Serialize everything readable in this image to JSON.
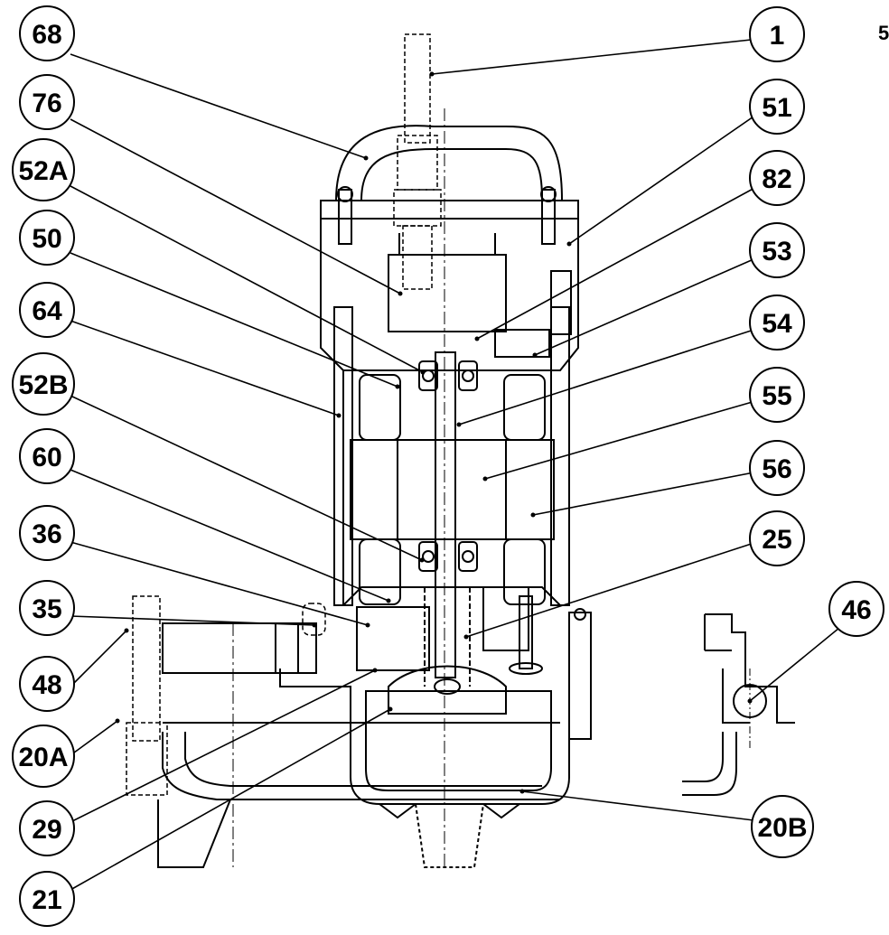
{
  "diagram": {
    "callouts": [
      {
        "id": "c-68",
        "label": "68"
      },
      {
        "id": "c-76",
        "label": "76"
      },
      {
        "id": "c-52a",
        "label": "52A"
      },
      {
        "id": "c-50",
        "label": "50"
      },
      {
        "id": "c-64",
        "label": "64"
      },
      {
        "id": "c-52b",
        "label": "52B"
      },
      {
        "id": "c-60",
        "label": "60"
      },
      {
        "id": "c-36",
        "label": "36"
      },
      {
        "id": "c-35",
        "label": "35"
      },
      {
        "id": "c-48",
        "label": "48"
      },
      {
        "id": "c-20a",
        "label": "20A"
      },
      {
        "id": "c-29",
        "label": "29"
      },
      {
        "id": "c-21",
        "label": "21"
      },
      {
        "id": "c-1",
        "label": "1"
      },
      {
        "id": "c-51",
        "label": "51"
      },
      {
        "id": "c-82",
        "label": "82"
      },
      {
        "id": "c-53",
        "label": "53"
      },
      {
        "id": "c-54",
        "label": "54"
      },
      {
        "id": "c-55",
        "label": "55"
      },
      {
        "id": "c-56",
        "label": "56"
      },
      {
        "id": "c-25",
        "label": "25"
      },
      {
        "id": "c-20b",
        "label": "20B"
      },
      {
        "id": "c-46",
        "label": "46"
      }
    ],
    "edge_fragment": "5"
  },
  "colors": {
    "ink": "#000000",
    "paper": "#ffffff"
  }
}
